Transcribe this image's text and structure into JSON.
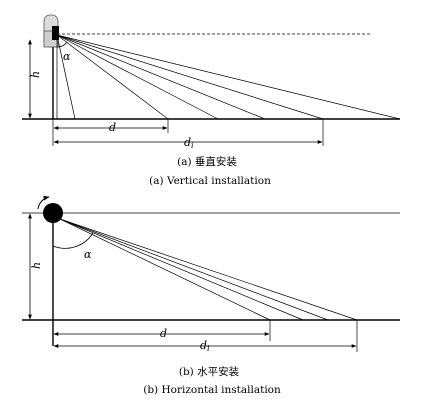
{
  "figure_a": {
    "label_h": "h",
    "label_alpha": "α",
    "label_d": "d",
    "label_di_main": "d",
    "label_di_sub": "i",
    "caption_cn": "(a) 垂直安装",
    "caption_en": "(a) Vertical installation"
  },
  "figure_b": {
    "label_h": "h",
    "label_alpha": "α",
    "label_d": "d",
    "label_di_main": "d",
    "label_di_sub": "i",
    "caption_cn": "(b) 水平安装",
    "caption_en": "(b) Horizontal installation"
  }
}
